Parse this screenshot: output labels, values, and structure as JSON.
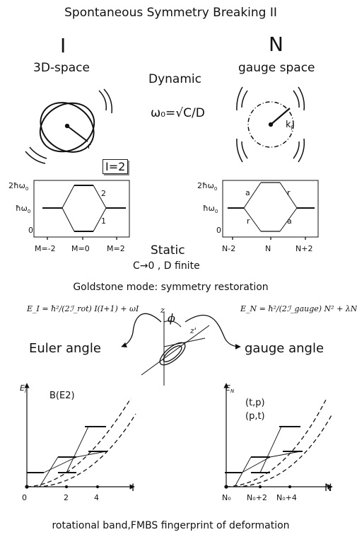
{
  "title": "Spontaneous Symmetry Breaking II",
  "left": {
    "roman": "I",
    "space": "3D-space",
    "radius_label": "r",
    "l_box": "I=2",
    "y_ticks": [
      "2ħω",
      "ħω",
      "0"
    ],
    "y_tick_sub": "0",
    "x_ticks": [
      "M=-2",
      "M=0",
      "M=2"
    ],
    "line_labels": [
      "2",
      "1"
    ],
    "plot_axis_y": "E",
    "plot_axis_y_sub": "I",
    "plot_label": "B(E2)",
    "plot_axis_x": "I",
    "plot_x_ticks": [
      "0",
      "2",
      "4"
    ],
    "energy_formula": "E_I = ħ²/(2ℐ_rot) I(I+1) + ωI",
    "angle_label": "Euler angle"
  },
  "right": {
    "roman": "N",
    "space": "gauge space",
    "kf_label": "k",
    "kf_sub": "F",
    "y_ticks": [
      "2ħω",
      "ħω",
      "0"
    ],
    "y_tick_sub": "0",
    "x_ticks": [
      "N-2",
      "N",
      "N+2"
    ],
    "line_labels": [
      "a",
      "r",
      "r",
      "a"
    ],
    "plot_axis_y": "E",
    "plot_axis_y_sub": "N",
    "plot_labels": [
      "(t,p)",
      "(p,t)"
    ],
    "plot_axis_x": "N",
    "plot_x_ticks": [
      "N₀",
      "N₀+2",
      "N₀+4"
    ],
    "energy_formula": "E_N = ħ²/(2ℐ_gauge) N² + λN",
    "angle_label": "gauge angle"
  },
  "center": {
    "dynamic": "Dynamic",
    "omega_formula": "ω₀=√C/D",
    "static": "Static",
    "static_condition": "C→0 , D  finite",
    "goldstone": "Goldstone mode: symmetry restoration",
    "phi": "ϕ",
    "z": "z",
    "z_prime": "z'"
  },
  "footer": "rotational band,FMBS fingerprint of deformation"
}
